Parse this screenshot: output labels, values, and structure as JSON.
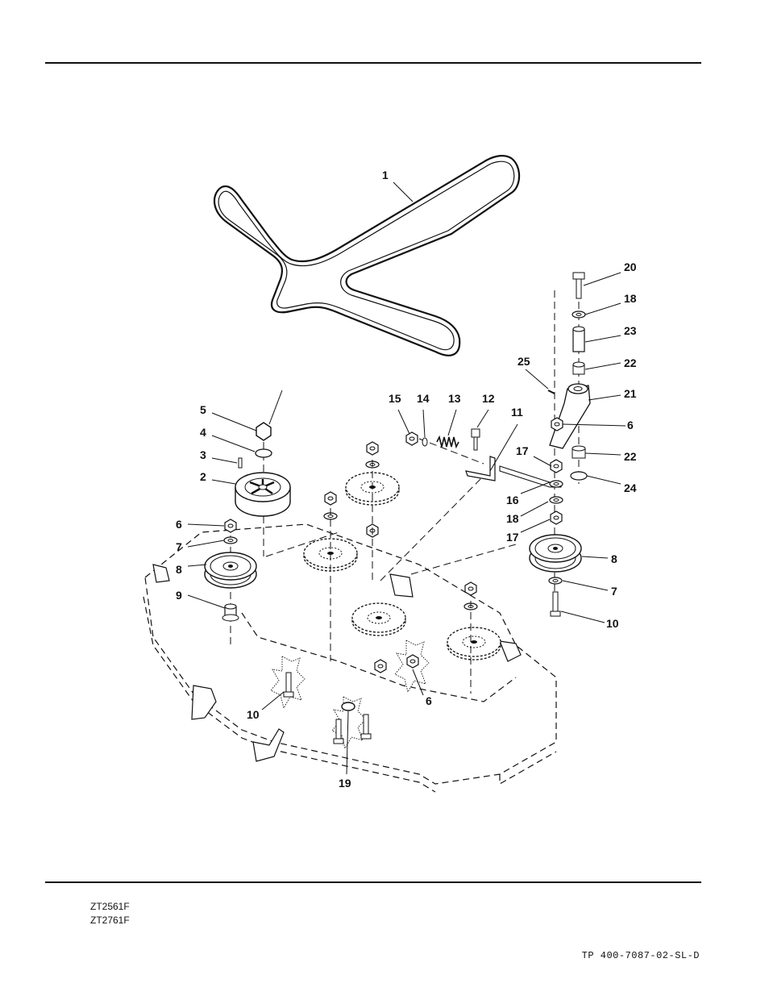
{
  "callouts": {
    "c1": "1",
    "c2": "2",
    "c3": "3",
    "c4": "4",
    "c5": "5",
    "c6a": "6",
    "c6b": "6",
    "c6c": "6",
    "c7a": "7",
    "c7b": "7",
    "c8a": "8",
    "c8b": "8",
    "c9": "9",
    "c10a": "10",
    "c10b": "10",
    "c11": "11",
    "c12": "12",
    "c13": "13",
    "c14": "14",
    "c15": "15",
    "c16": "16",
    "c17a": "17",
    "c17b": "17",
    "c18a": "18",
    "c18b": "18",
    "c19": "19",
    "c20": "20",
    "c21": "21",
    "c22a": "22",
    "c22b": "22",
    "c23": "23",
    "c24": "24",
    "c25": "25"
  },
  "footer": {
    "models": [
      "ZT2561F",
      "ZT2761F"
    ],
    "doc_number": "TP 400-7087-02-SL-D"
  }
}
